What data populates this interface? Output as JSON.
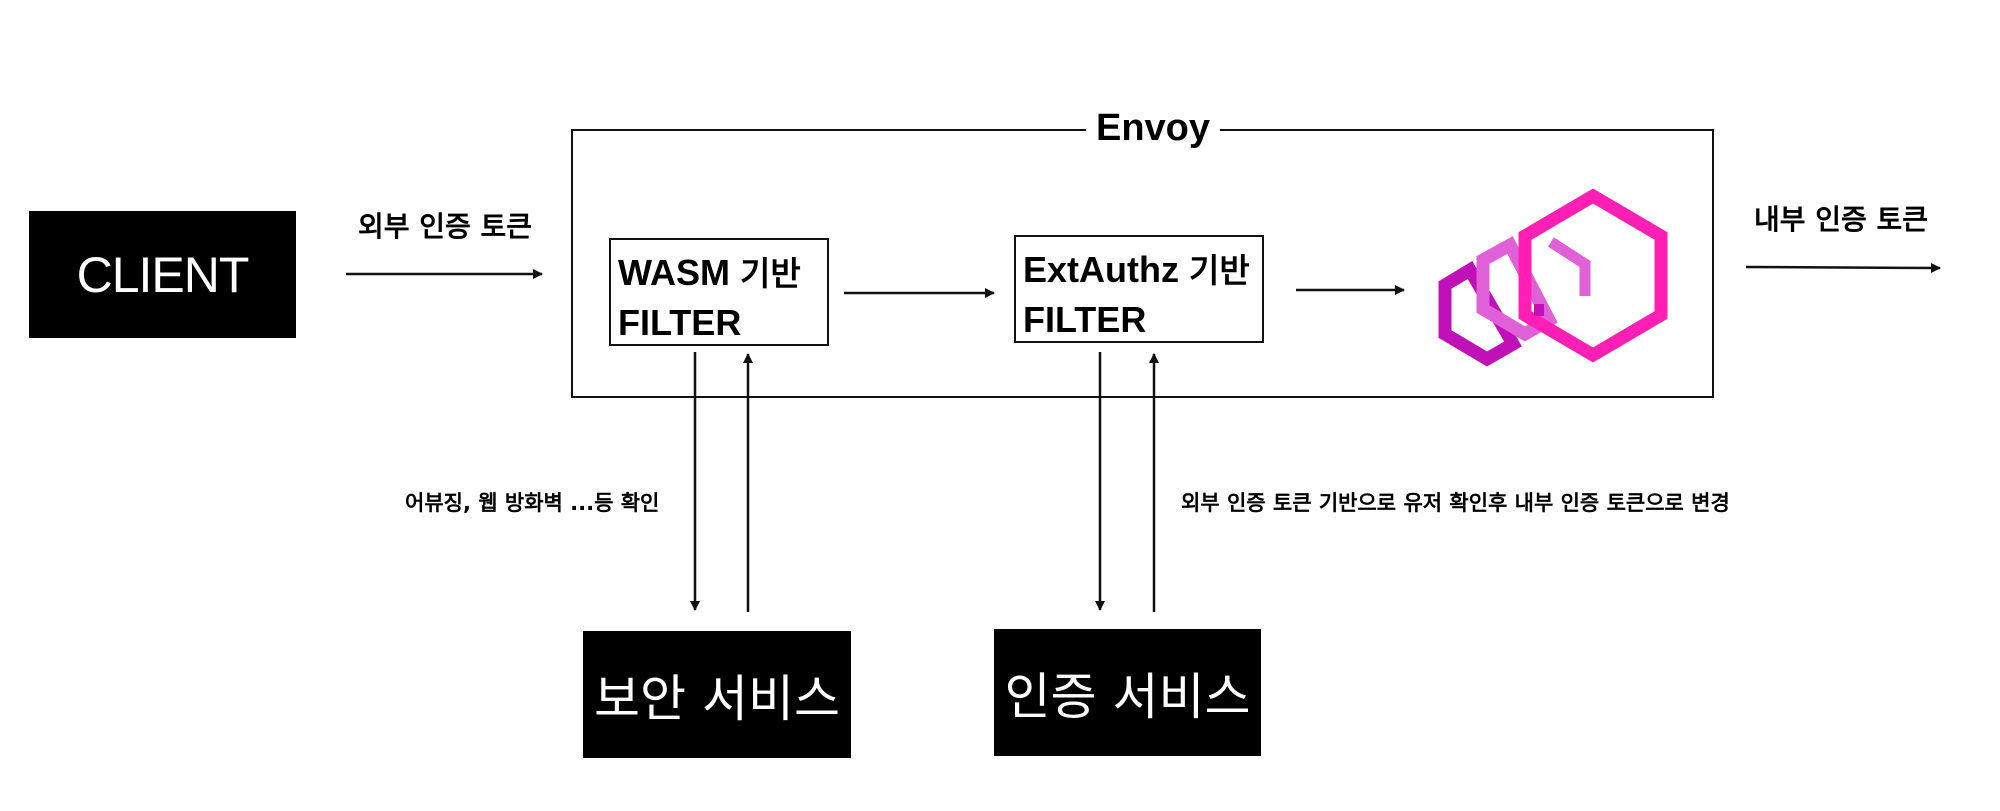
{
  "client": {
    "label": "CLIENT"
  },
  "envoy": {
    "title": "Envoy"
  },
  "wasm_filter": {
    "line1_prefix": "WASM",
    "line1_suffix": "기반",
    "line2": "FILTER"
  },
  "extauthz_filter": {
    "line1_prefix": "ExtAuthz",
    "line1_suffix": "기반",
    "line2": "FILTER"
  },
  "labels": {
    "external_token": "외부 인증 토큰",
    "internal_token": "내부 인증 토큰",
    "abuse_check": "어뷰징, 웹 방화벽 ...등  확인",
    "token_exchange": "외부 인증 토큰 기반으로 유저 확인후 내부 인증 토큰으로 변경"
  },
  "services": {
    "security": "보안 서비스",
    "auth": "인증 서비스"
  },
  "logo": {
    "icon": "envoy-logo-icon",
    "colors": [
      "#ff1fb4",
      "#e060d8",
      "#c010b8"
    ]
  }
}
